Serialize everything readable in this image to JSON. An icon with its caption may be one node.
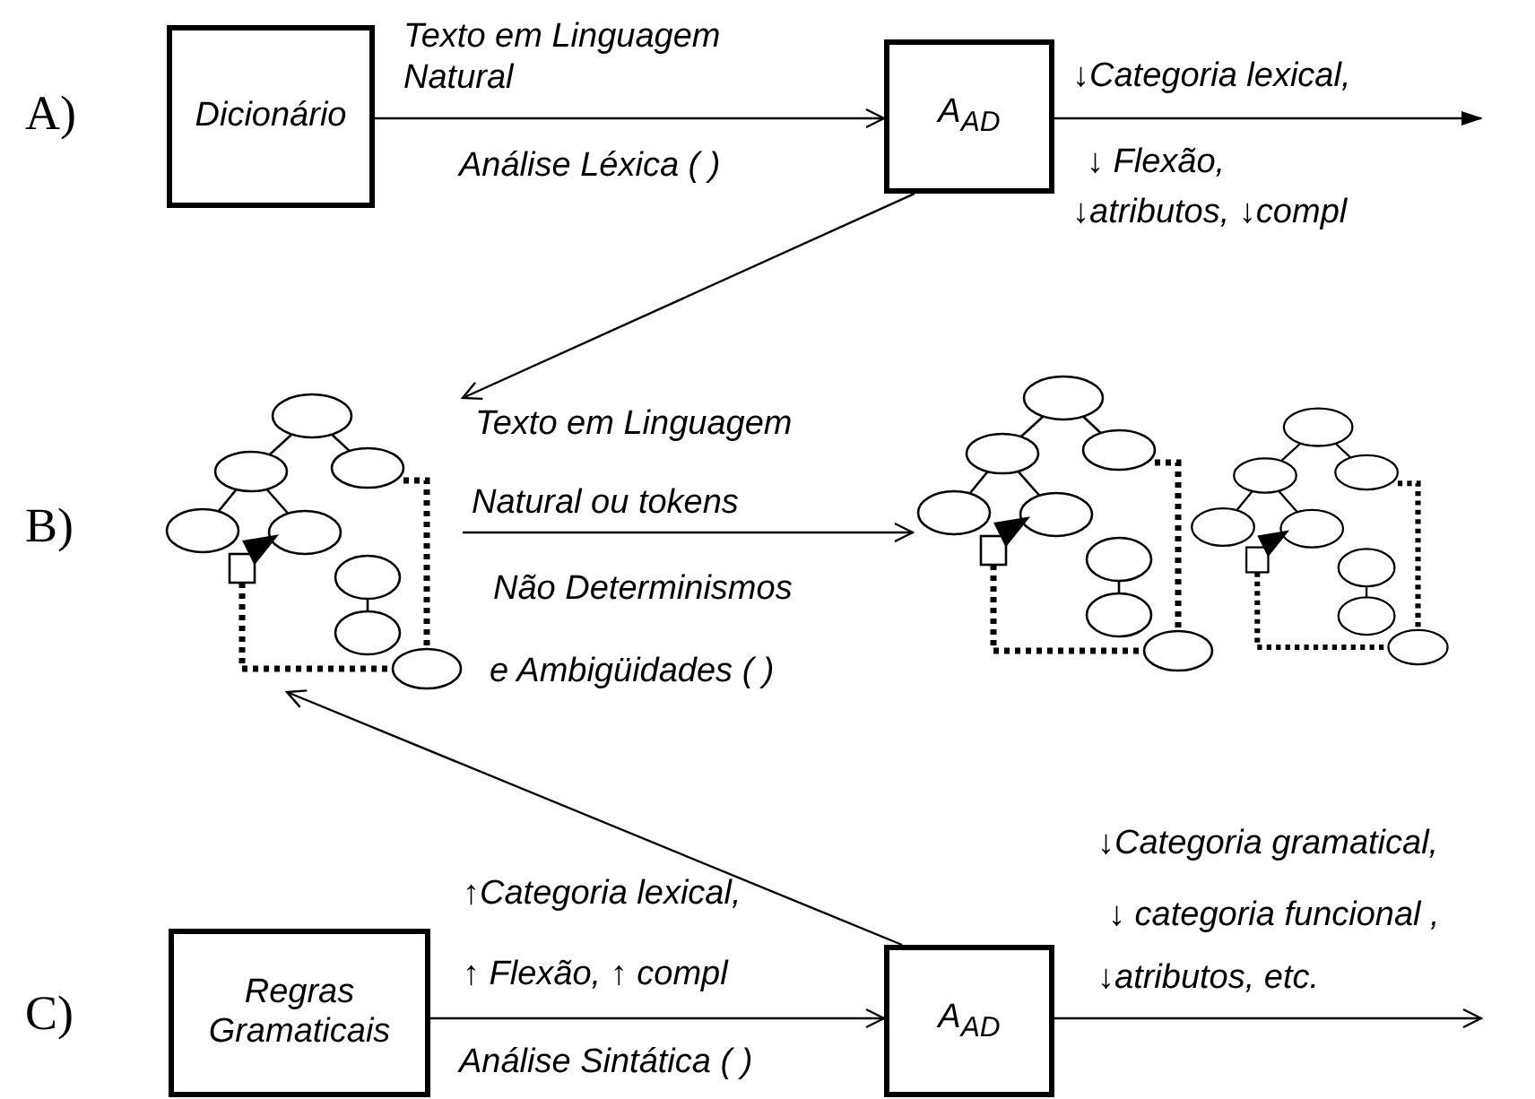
{
  "diagram": {
    "nodes": [
      {
        "text": [
          "Dicionário"
        ]
      },
      {
        "text": [
          "A$_{AD}$"
        ]
      },
      {
        "text": [],
        "shape": "picture"
      },
      {
        "text": [],
        "shape": "picture"
      },
      {
        "text": [],
        "shape": "picture"
      },
      {
        "text": [
          "Regras Gramaticais"
        ]
      },
      {
        "text": [
          "A$_{AD}$"
        ]
      }
    ],
    "edges": [
      {
        "from": 0,
        "to": 1,
        "arrow": "to",
        "label": "Texto em Linguagem Natural"
      },
      {
        "from": 1,
        "to": null,
        "arrow": "to",
        "label": "↓Categoria lexical,"
      },
      {
        "from": 1,
        "to": 2,
        "arrow": "to"
      },
      {
        "from": 2,
        "to": 3,
        "arrow": "to",
        "label": "Natural ou  tokens"
      },
      {
        "from": 6,
        "to": 2,
        "arrow": "to"
      },
      {
        "from": 5,
        "to": 6,
        "arrow": "to",
        "label": "Análise Sintática (  )"
      },
      {
        "from": 6,
        "to": null,
        "arrow": "to"
      }
    ],
    "labels": [
      "A)",
      "Análise Léxica (  )",
      "↓ Flexão,",
      "↓atributos,  ↓compl",
      "B)",
      "Texto em Linguagem",
      "Não Determinismos",
      "e  Ambigüidades (  )",
      "↓Categoria gramatical,",
      "↑Categoria lexical,",
      "↓ categoria funcional ,",
      "↑ Flexão, ↑ compl",
      "↓atributos, etc.",
      "C)"
    ]
  }
}
